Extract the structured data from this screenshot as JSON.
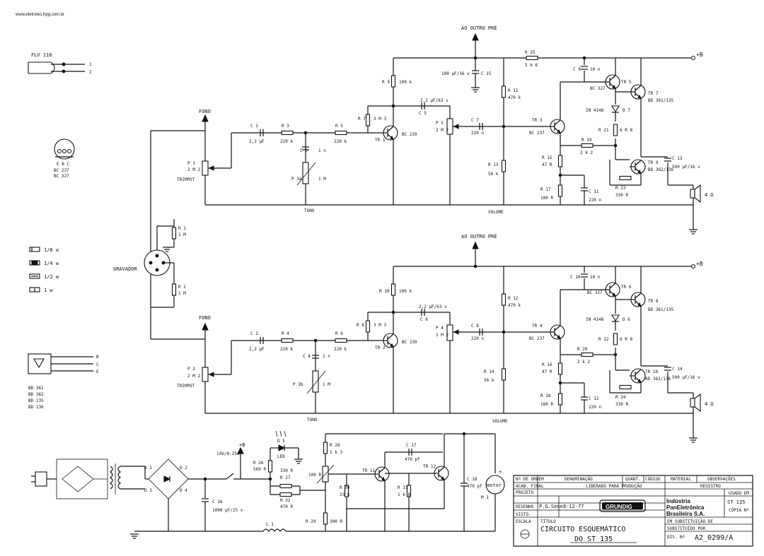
{
  "header": {
    "url": "www.eletrotec.hpg.com.br"
  },
  "labels": {
    "to_other_pre_1": "AO OUTRO PRÉ",
    "to_other_pre_2": "AO OUTRO PRÉ",
    "fono_1": "FONO",
    "fono_2": "FONO",
    "tono_1": "TONO",
    "tono_2": "TONO",
    "volume_1": "VOLUME",
    "volume_2": "VOLUME",
    "gravador": "GRAVADOR",
    "trimpot_1": "TRIMPOT",
    "trimpot_2": "TRIMPOT",
    "plus_b_1": "+B",
    "plus_b_2": "+B",
    "plus_b_3": "+B",
    "speaker_1": "4 Ω",
    "speaker_2": "4 Ω",
    "motor": "motor",
    "fuse": "14V/0.25A"
  },
  "legend": {
    "flv": "FLV 110",
    "flv_pin1": "1",
    "flv_pin2": "2",
    "ebc": "E B C",
    "bc237": "BC 237",
    "bc327": "BC 327",
    "res_18": "1/8 w",
    "res_14": "1/4 w",
    "res_12": "1/2 w",
    "res_1": "1 w",
    "pin_b": "B",
    "pin_c": "C",
    "pin_e": "E",
    "bd361": "BD 361",
    "bd362": "BD 362",
    "bd135": "BD 135",
    "bd136": "BD 136"
  },
  "components": {
    "c1": "C 1",
    "c1v": "2,2 μF",
    "r3": "R 3",
    "r3v": "220 k",
    "r5": "R 5",
    "r5v": "220 k",
    "c3": "C 3",
    "c3v": "1 n",
    "p3a": "P 3a",
    "p3av": "1 M",
    "p1": "P 1",
    "p1v": "2 M 2",
    "r7": "R 7",
    "r7v": "3 M 3",
    "r9": "R 9",
    "r9v": "100 k",
    "c5": "C 5",
    "c5v": "2,2 μF/63 v",
    "tr1": "TR 1",
    "tr1v": "BC 239",
    "p5": "P 5",
    "p5v": "2 M 2",
    "c7": "C 7",
    "c7v": "220 n",
    "c15": "C 15",
    "c15v": "100 μF/16 v",
    "r11": "R 11",
    "r11v": "470 k",
    "r13": "R 13",
    "r13v": "56 k",
    "r25": "R 25",
    "r25v": "5 k 6",
    "c9": "C 9",
    "c9v": "10 n",
    "tr3": "TR 3",
    "tr3v": "BC 237",
    "tr5": "TR 5",
    "tr5v": "BC 327",
    "tr7": "TR 7",
    "tr7v": "BD 361/135",
    "d7": "D 7",
    "d7v": "IN 4148",
    "r21": "R 21",
    "r21v": "6 R 8",
    "r19": "R 19",
    "r19v": "2 k 2",
    "r15": "R 15",
    "r15v": "47 R",
    "r17": "R 17",
    "r17v": "180 R",
    "c11": "C 11",
    "c11v": "220 n",
    "tr9": "TR 9",
    "tr9v": "BD 362/136",
    "c13": "C 13",
    "c13v": "500 μF/16 v",
    "r23": "R 23",
    "r23v": "330 R",
    "r1": "R 1",
    "r1v": "1 M",
    "r2": "R 2",
    "r2v": "1 M",
    "c2": "C 2",
    "c2v": "2,2 μF",
    "r4": "R 4",
    "r4v": "220 k",
    "r6": "R 6",
    "r6v": "220 k",
    "c4": "C 4",
    "c4v": "1 n",
    "p3b": "P 3b",
    "p3bv": "1 M",
    "p2": "P 2",
    "p2v": "2 M 2",
    "r8": "R 8",
    "r8v": "3 M 3",
    "r10": "R 10",
    "r10v": "100 k",
    "c6": "C 6",
    "c6v": "2,2 μF/63 v",
    "tr2": "TR 2",
    "tr2v": "BC 239",
    "p4": "P 4",
    "p4v": "2 M 2",
    "c8": "C 8",
    "c8v": "220 n",
    "r12": "R 12",
    "r12v": "470 k",
    "r14": "R 14",
    "r14v": "56 k",
    "c10": "C 10",
    "c10v": "10 n",
    "tr4": "TR 4",
    "tr4v": "BC 237",
    "tr6": "TR 6",
    "tr6v": "BC 327",
    "tr8": "TR 8",
    "tr8v": "BD 361/135",
    "d6": "D 6",
    "d6v": "IN 4148",
    "r22": "R 22",
    "r22v": "6 R 8",
    "r20": "R 20",
    "r20v": "2 k 2",
    "r16": "R 16",
    "r16v": "47 R",
    "r18": "R 18",
    "r18v": "180 R",
    "c12": "C 12",
    "c12v": "220 n",
    "tr10": "TR 10",
    "tr10v": "BD 362/136",
    "c14": "C 14",
    "c14v": "500 μF/16 v",
    "r24": "R 24",
    "r24v": "330 R",
    "d1": "D 1",
    "d2": "D 2",
    "d3": "D 3",
    "d4": "D 4",
    "c16": "C 16",
    "c16v": "1000 μF/25 v",
    "l1": "L 1",
    "d5": "D 5",
    "d5v": "LED",
    "r26": "R 26",
    "r26v": "560 R",
    "r27": "R 27",
    "r27v": "330 R",
    "r32": "R 32",
    "r32v": "470 R",
    "r28": "R 28",
    "r28v": "1 k 3",
    "r100": "100 R",
    "r29": "R 29",
    "r29v": "300 R",
    "r30": "R 30",
    "r30v": "33 k",
    "tr11": "TR 11",
    "r31": "R 31",
    "r31v": "1 k 8",
    "c17": "C 17",
    "c17v": "470 pf",
    "tr12": "TR 12",
    "c18": "C 18",
    "c18v": "470 pf",
    "m1": "M 1"
  },
  "title_block": {
    "h_ndesenho": "Nº DE ORDEM",
    "h_denominacao": "DENOMINAÇÃO",
    "h_quant": "QUANT.",
    "h_codigo": "CÓDIGO",
    "h_material": "MATERIAL",
    "h_observacoes": "OBSERVAÇÕES",
    "acab_final": "ACAB. FINAL",
    "liberado": "LIBERADO PARA PRODUÇÃO",
    "registro": "REGISTRO",
    "projeto": "PROJETO",
    "desenho": "DESENHO",
    "desenho_by": "P.G.Sene",
    "date": "8-12-77",
    "visto": "VISTO",
    "escala": "ESCALA",
    "titulo_lbl": "TÍTULO",
    "title_line1": "CIRCUITO ESQUEMÁTICO",
    "title_line2": "DO ST 135",
    "brand": "GRUNDIG",
    "company_1": "Indústria",
    "company_2": "PanEletrônica",
    "company_3": "Brasileira S.A.",
    "usado_em": "USADO EM",
    "model": "ST 135",
    "copia": "CÓPIA Nº",
    "em_subst": "EM SUBSTITUIÇÃO DE",
    "subst_por": "SUBSTITUÍDO POR",
    "dis_n": "DIS. Nº",
    "drawing_no": "A2_0299/A"
  }
}
